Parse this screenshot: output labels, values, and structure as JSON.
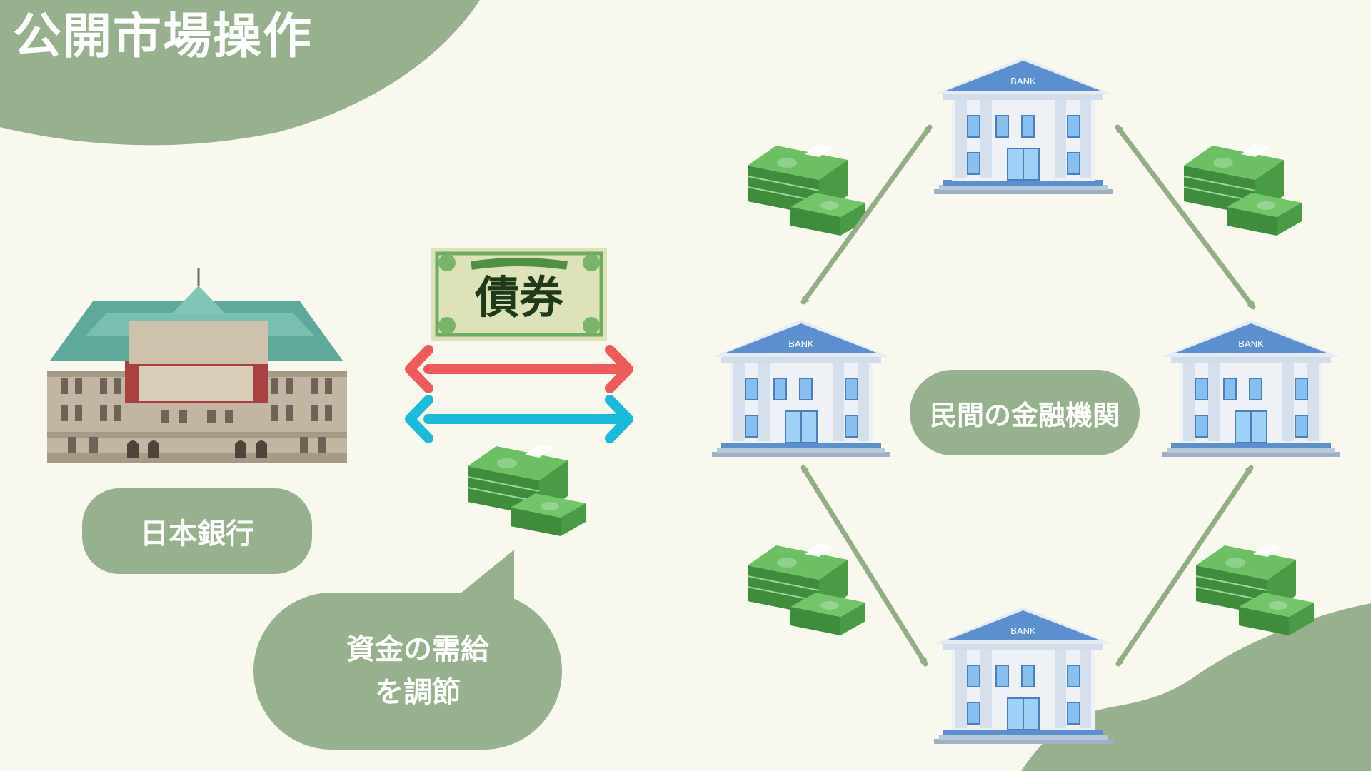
{
  "title": "公開市場操作",
  "boj": {
    "label": "日本銀行"
  },
  "bond": {
    "label": "債券"
  },
  "financial_institutions": {
    "label": "民間の金融機関"
  },
  "speech_bubble": {
    "line1": "資金の需給",
    "line2": "を調節"
  },
  "bank_sign": "BANK",
  "colors": {
    "background": "#f9f8ef",
    "accent_green": "#97b08d",
    "arrow_red": "#f15a5a",
    "arrow_blue": "#1abbd8",
    "money_green": "#4fa34b"
  }
}
